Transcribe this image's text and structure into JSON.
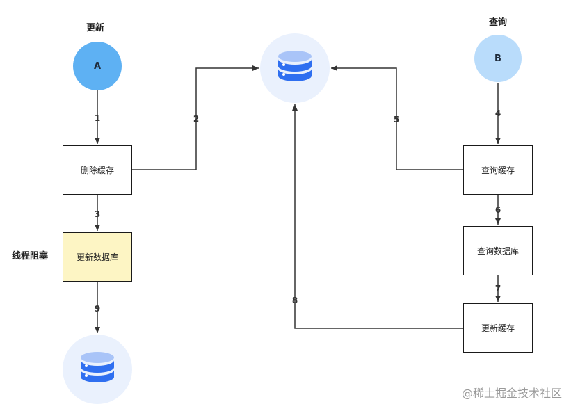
{
  "labels": {
    "left_header": "更新",
    "right_header": "查询",
    "blocked": "线程阻塞"
  },
  "nodes": {
    "a": "A",
    "b": "B"
  },
  "boxes": {
    "delete_cache": "删除缓存",
    "update_db": "更新数据库",
    "query_cache": "查询缓存",
    "query_db": "查询数据库",
    "update_cache": "更新缓存"
  },
  "steps": [
    "1",
    "2",
    "3",
    "4",
    "5",
    "6",
    "7",
    "8",
    "9"
  ],
  "colors": {
    "node_a": "#5eb1f3",
    "node_b": "#b9dcfb",
    "db_bg": "#eaf1fd",
    "db_icon": "#2f6ff0",
    "db_icon_top": "#a9c4f8",
    "highlight_box": "#fdf5c4"
  },
  "icons": {
    "database": "database-icon"
  },
  "watermark": "@稀土掘金技术社区"
}
